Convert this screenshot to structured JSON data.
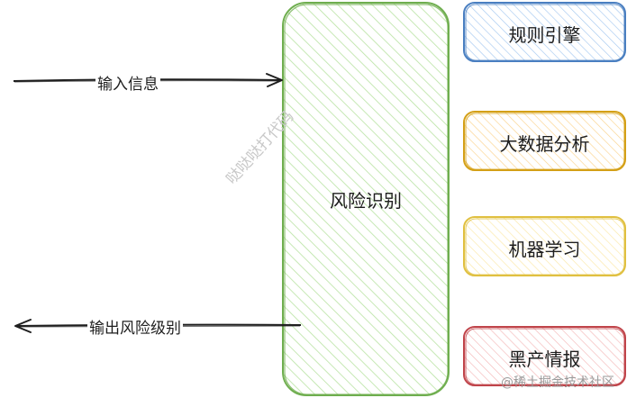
{
  "diagram": {
    "input_arrow_label": "输入信息",
    "output_arrow_label": "输出风险级别",
    "center_box_label": "风险识别",
    "modules": [
      {
        "label": "规则引擎",
        "stroke": "#4a7fc1",
        "fill": "#a5c8f0"
      },
      {
        "label": "大数据分析",
        "stroke": "#d4a017",
        "fill": "#fbd38d"
      },
      {
        "label": "机器学习",
        "stroke": "#e0c040",
        "fill": "#fbe8a6"
      },
      {
        "label": "黑产情报",
        "stroke": "#c0444a",
        "fill": "#f4b8b8"
      }
    ],
    "center_stroke": "#6fae4f",
    "center_fill": "#b9e3a3",
    "arrow_color": "#1e1e1e"
  },
  "watermark": "哒哒哒打代码",
  "footer_watermark": "@稀土掘金技术社区"
}
